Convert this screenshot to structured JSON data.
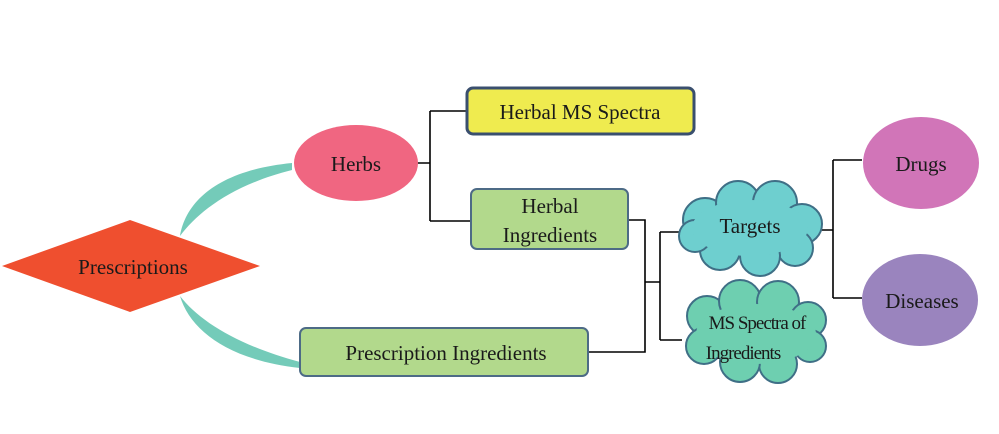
{
  "nodes": {
    "prescriptions": {
      "label": "Prescriptions",
      "color": "#ef4f2f"
    },
    "herbs": {
      "label": "Herbs",
      "color": "#f06681"
    },
    "herbal_ms_spectra": {
      "label": "Herbal MS Spectra",
      "color": "#efeb4f",
      "border": "#3a4f6e"
    },
    "herbal_ingredients": {
      "line1": "Herbal",
      "line2": "Ingredients",
      "color": "#b2d98c",
      "border": "#4d6b86"
    },
    "prescription_ingredients": {
      "label": "Prescription Ingredients",
      "color": "#b2d98c",
      "border": "#4d6b86"
    },
    "targets": {
      "label": "Targets",
      "color": "#6ecfcf"
    },
    "ms_spectra_of_ingredients": {
      "line1": "MS Spectra of",
      "line2": "Ingredients",
      "color": "#6ecfb0"
    },
    "drugs": {
      "label": "Drugs",
      "color": "#d175b8"
    },
    "diseases": {
      "label": "Diseases",
      "color": "#9a84be"
    }
  },
  "colors": {
    "arc": "#74cbb9",
    "connector": "#000000"
  }
}
